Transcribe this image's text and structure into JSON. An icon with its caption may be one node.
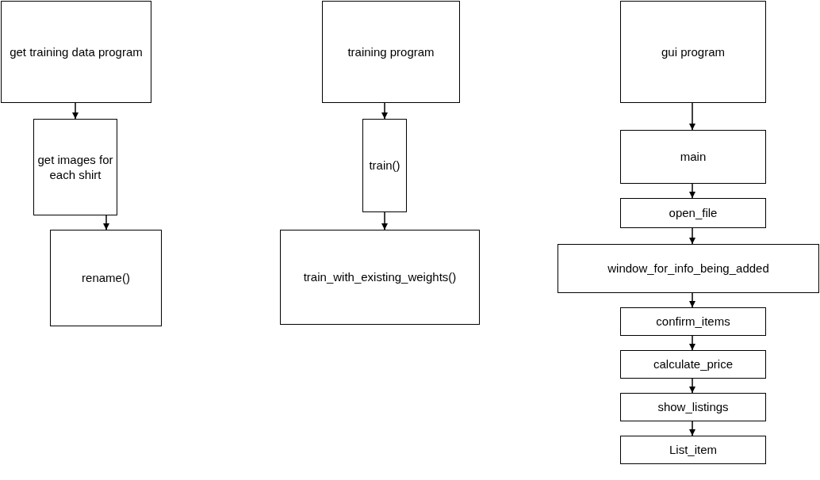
{
  "diagram": {
    "nodes": [
      {
        "text": [
          "get training data program"
        ]
      },
      {
        "text": [
          "get images for each shirt"
        ]
      },
      {
        "text": [
          "rename()"
        ]
      },
      {
        "text": [
          "training program"
        ]
      },
      {
        "text": [
          "train()"
        ]
      },
      {
        "text": [
          "train_with_existing_weights()"
        ]
      },
      {
        "text": [
          "gui program"
        ]
      },
      {
        "text": [
          "main"
        ]
      },
      {
        "text": [
          "open_file"
        ]
      },
      {
        "text": [
          "window_for_info_being_added"
        ]
      },
      {
        "text": [
          "confirm_items"
        ]
      },
      {
        "text": [
          "calculate_price"
        ]
      },
      {
        "text": [
          "show_listings"
        ]
      },
      {
        "text": [
          "List_item"
        ]
      }
    ],
    "edges": [
      {
        "from": 0,
        "to": 1,
        "arrow": "to"
      },
      {
        "from": 1,
        "to": 2,
        "arrow": "to"
      },
      {
        "from": 3,
        "to": 4,
        "arrow": "to"
      },
      {
        "from": 4,
        "to": 5,
        "arrow": "to"
      },
      {
        "from": 6,
        "to": 7,
        "arrow": "to"
      },
      {
        "from": 7,
        "to": 8,
        "arrow": "to"
      },
      {
        "from": 8,
        "to": 9,
        "arrow": "to"
      },
      {
        "from": 9,
        "to": 10,
        "arrow": "to"
      },
      {
        "from": 10,
        "to": 11,
        "arrow": "to"
      },
      {
        "from": 11,
        "to": 12,
        "arrow": "to"
      },
      {
        "from": 12,
        "to": 13,
        "arrow": "to"
      }
    ]
  }
}
